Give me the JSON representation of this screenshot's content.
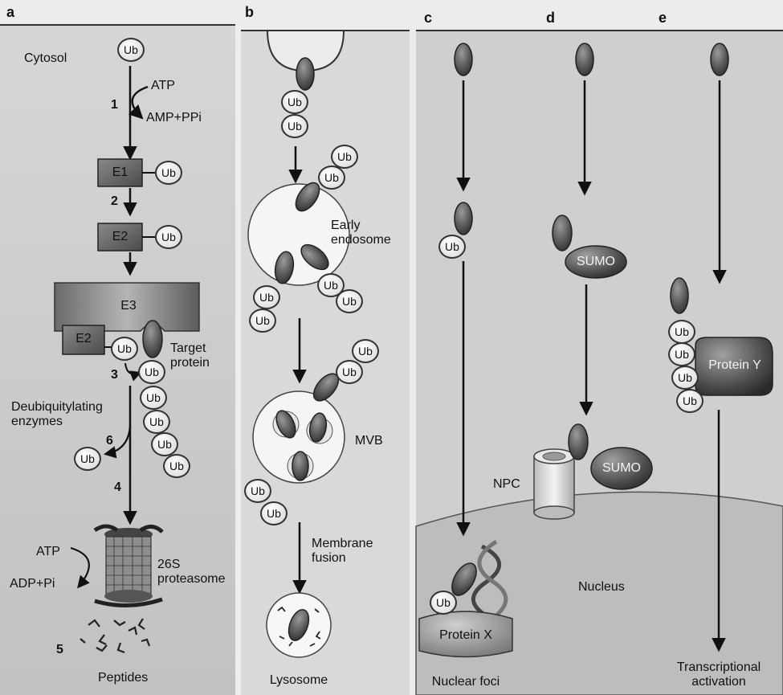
{
  "panels": {
    "a": "a",
    "b": "b",
    "c": "c",
    "d": "d",
    "e": "e"
  },
  "ub_label": "Ub",
  "panel_a": {
    "cytosol": "Cytosol",
    "atp_top": "ATP",
    "amp_ppi": "AMP+PPi",
    "step1": "1",
    "e1": "E1",
    "step2": "2",
    "e2": "E2",
    "e3": "E3",
    "e2_complex": "E2",
    "target_protein": "Target\nprotein",
    "step3": "3",
    "deubiquitylating": "Deubiquitylating\nenzymes",
    "step6": "6",
    "step4": "4",
    "atp_bottom": "ATP",
    "adp_pi": "ADP+Pi",
    "proteasome": "26S\nproteasome",
    "step5": "5",
    "peptides": "Peptides"
  },
  "panel_b": {
    "early_endosome": "Early\nendosome",
    "mvb": "MVB",
    "membrane_fusion": "Membrane\nfusion",
    "lysosome": "Lysosome"
  },
  "panel_c": {
    "protein_x": "Protein X",
    "nuclear_foci": "Nuclear foci"
  },
  "panel_d": {
    "sumo_top": "SUMO",
    "sumo_bottom": "SUMO",
    "npc": "NPC",
    "nucleus": "Nucleus"
  },
  "panel_e": {
    "protein_y": "Protein Y",
    "transcriptional_activation": "Transcriptional\nactivation"
  }
}
